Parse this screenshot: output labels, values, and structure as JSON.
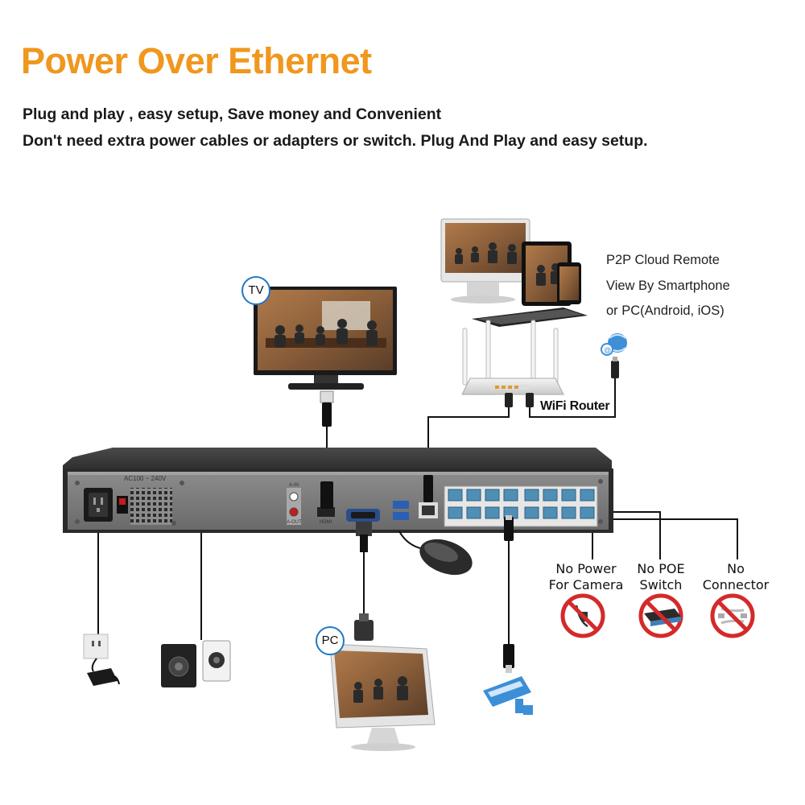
{
  "title": "Power Over Ethernet",
  "subtitle_lines": [
    "Plug and play , easy setup, Save money and Convenient",
    "Don't need extra power cables or adapters or switch. Plug And Play and easy setup."
  ],
  "remote": {
    "lines": [
      "P2P Cloud Remote",
      "View By Smartphone",
      "or PC(Android, iOS)"
    ]
  },
  "devices": {
    "tv": "TV",
    "pc": "PC",
    "router": "WiFi Router"
  },
  "nvr": {
    "power_rating": "AC100 ~ 240V",
    "hdmi_label": "HDMI",
    "audio_in": "A-IN",
    "audio_out": "A-OUT"
  },
  "warnings": [
    {
      "line1": "No Power",
      "line2": "For Camera"
    },
    {
      "line1": "No POE",
      "line2": "Switch"
    },
    {
      "line1": "No",
      "line2": "Connector"
    }
  ],
  "colors": {
    "title_orange": "#f0971e",
    "accent_blue": "#1e78c8",
    "prohibit_red": "#d42a2a",
    "port_blue": "#4f8fb5"
  }
}
